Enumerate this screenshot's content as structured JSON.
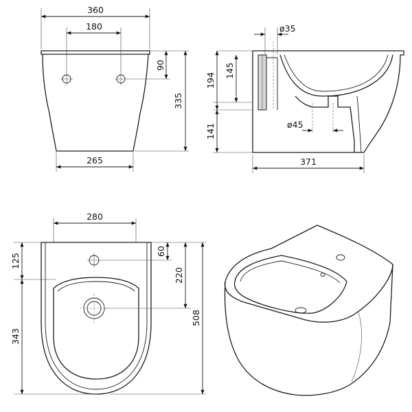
{
  "views": {
    "front": {
      "dim_total_width": "360",
      "dim_hole_spacing": "180",
      "dim_base_width": "265",
      "dim_hole_height": "90",
      "dim_total_height": "335"
    },
    "side": {
      "dim_inlet_diameter": "ø35",
      "dim_upper_height": "194",
      "dim_inlet_depth": "145",
      "dim_lower_height": "141",
      "dim_outlet_diameter": "ø45",
      "dim_total_depth": "371"
    },
    "top": {
      "dim_fixing_spacing": "280",
      "dim_rear_offset": "125",
      "dim_front_length": "343",
      "dim_tap_hole_offset": "60",
      "dim_drain_offset": "220",
      "dim_total_length": "508"
    }
  }
}
